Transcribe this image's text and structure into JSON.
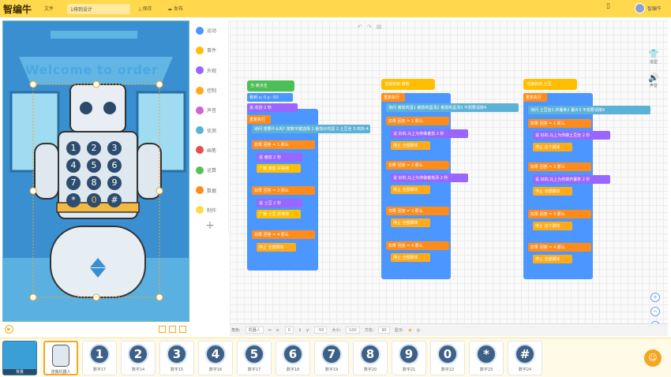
{
  "app": {
    "logo": "智编牛",
    "file_menu": "文件",
    "project_name": "1排到设计",
    "save": "保存",
    "publish": "发布",
    "user": "智编牛"
  },
  "categories": [
    "运动",
    "事件",
    "外观",
    "控制",
    "声音",
    "侦测",
    "画笔",
    "运算",
    "数据",
    "制作"
  ],
  "stage": {
    "banner": "Welcome to order"
  },
  "scripts": {
    "s1": {
      "hat": "当 被点击",
      "lines": [
        "移到 x: 0 y: -50",
        "说 欢迎 2 秒",
        "重复执行",
        "询问 想要什么吗? 按数字键选择 1.番茄炒鸡蛋 2.土豆丝 3.鸡块 4.番茄鸡蛋汤",
        "如果 回答 = 1 那么",
        "说 番茄 2 秒",
        "广播 番茄 并等待",
        "如果 回答 = 2 那么",
        "说 土豆 2 秒",
        "广播 土豆 并等待",
        "如果 回答 = 4 那么",
        "停止 全部脚本"
      ]
    },
    "s2": {
      "hat": "当接收到 番茄",
      "lines": [
        "重复执行",
        "询问 番茄鸡蛋1 番茄鸡蛋汤2 番茄鸡蛋汤3 不想要请按4",
        "如果 回答 = 1 那么",
        "说 好的,马上为你做番茄 2 秒",
        "停止 全部脚本",
        "如果 回答 = 2 那么",
        "说 好的,马上为你做番茄汤 2 秒",
        "停止 全部脚本",
        "如果 回答 = 3 那么",
        "停止 全部脚本",
        "如果 回答 = 4 那么",
        "停止 全部脚本"
      ]
    },
    "s3": {
      "hat": "当接收到 土豆",
      "lines": [
        "重复执行",
        "询问 土豆丝1 炸薯条2 薯片3 不想要请按4",
        "如果 回答 = 1 那么",
        "说 好的,马上为你做土豆丝 2 秒",
        "停止 这个脚本",
        "如果 回答 = 2 那么",
        "说 好的,马上为你做炸薯条 2 秒",
        "停止 全部脚本",
        "如果 回答 = 3 那么",
        "停止 这个脚本",
        "如果 回答 = 4 那么",
        "停止 全部脚本"
      ]
    }
  },
  "statusbar": {
    "role_label": "角色:",
    "role": "机器人",
    "x_label": "x:",
    "x": "0",
    "y_label": "y:",
    "y": "-50",
    "size_label": "大小:",
    "size": "100",
    "dir_label": "方向:",
    "dir": "90",
    "show_label": "显示:"
  },
  "right_tools": [
    "造型",
    "声音"
  ],
  "backdrop_label": "背景",
  "sprites": [
    {
      "label": "送餐机器人",
      "char": ""
    },
    {
      "label": "数字17",
      "char": "1"
    },
    {
      "label": "数字14",
      "char": "2"
    },
    {
      "label": "数字15",
      "char": "3"
    },
    {
      "label": "数字16",
      "char": "4"
    },
    {
      "label": "数字17",
      "char": "5"
    },
    {
      "label": "数字18",
      "char": "6"
    },
    {
      "label": "数字19",
      "char": "7"
    },
    {
      "label": "数字20",
      "char": "8"
    },
    {
      "label": "数字21",
      "char": "9"
    },
    {
      "label": "数字22",
      "char": "0"
    },
    {
      "label": "数字23",
      "char": "*"
    },
    {
      "label": "数字24",
      "char": "#"
    }
  ]
}
